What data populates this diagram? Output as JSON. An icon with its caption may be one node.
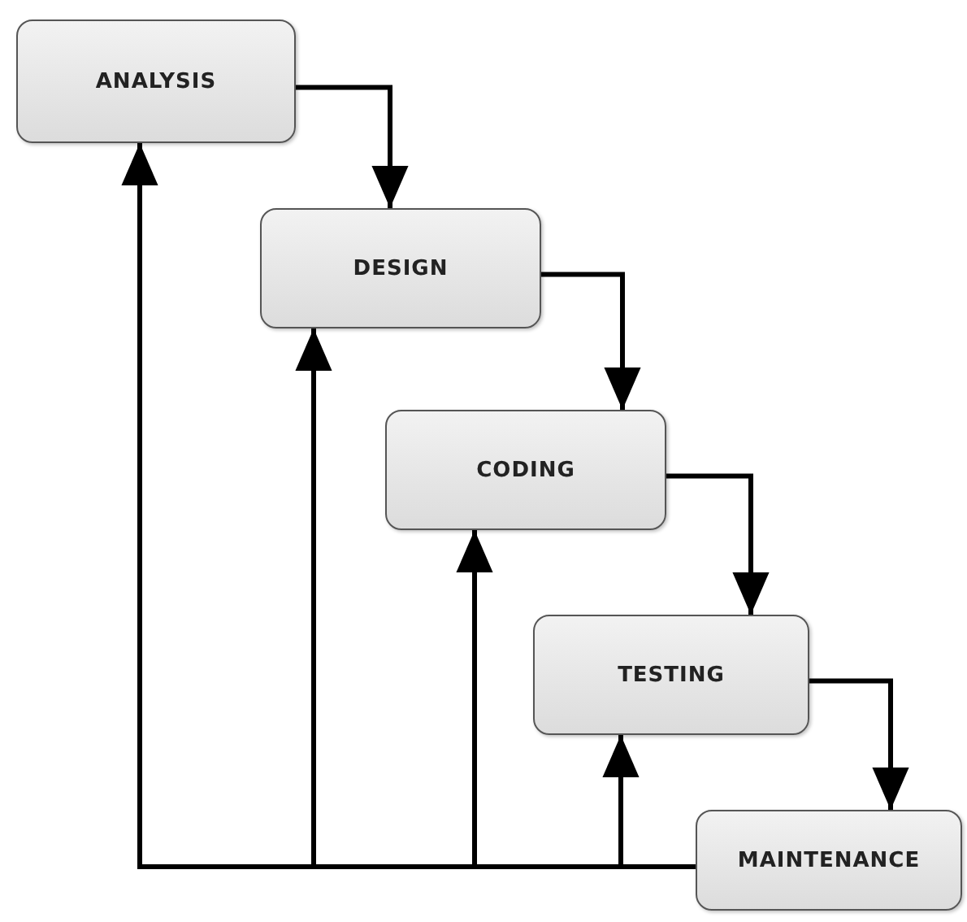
{
  "diagram": {
    "nodes": [
      {
        "text": [
          "ANALYSIS"
        ]
      },
      {
        "text": [
          "DESIGN"
        ]
      },
      {
        "text": [
          "CODING"
        ]
      },
      {
        "text": [
          "TESTING"
        ]
      },
      {
        "text": [
          "MAINTENANCE"
        ]
      }
    ],
    "edges": [
      {
        "from": 0,
        "to": 1,
        "arrow": "to"
      },
      {
        "from": 1,
        "to": 2,
        "arrow": "to"
      },
      {
        "from": 2,
        "to": 3,
        "arrow": "to"
      },
      {
        "from": 3,
        "to": 4,
        "arrow": "to"
      },
      {
        "from": 4,
        "to": 0,
        "arrow": "to"
      },
      {
        "from": 4,
        "to": 1,
        "arrow": "to"
      },
      {
        "from": 4,
        "to": 2,
        "arrow": "to"
      },
      {
        "from": 4,
        "to": 3,
        "arrow": "to"
      }
    ]
  }
}
